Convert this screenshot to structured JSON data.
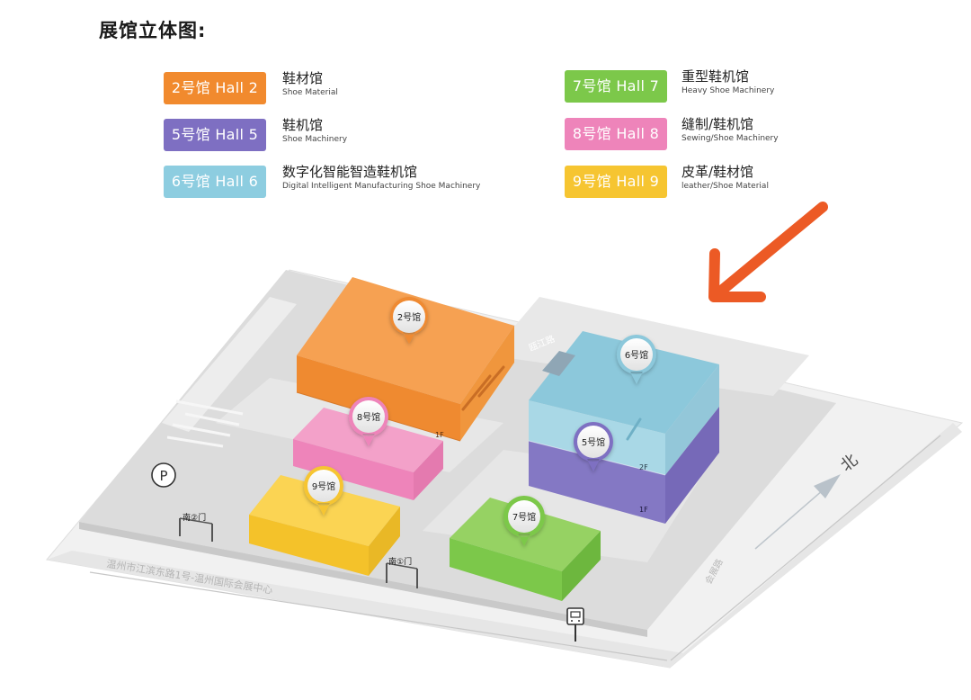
{
  "title": "展馆立体图:",
  "legend": [
    {
      "badge": "2号馆  Hall 2",
      "cn": "鞋材馆",
      "en": "Shoe Material",
      "color": "#f18a2e"
    },
    {
      "badge": "5号馆  Hall 5",
      "cn": "鞋机馆",
      "en": "Shoe Machinery",
      "color": "#7e6fc2"
    },
    {
      "badge": "6号馆  Hall 6",
      "cn": "数字化智能智造鞋机馆",
      "en": "Digital Intelligent Manufacturing Shoe Machinery",
      "color": "#8dcde0"
    },
    {
      "badge": "7号馆  Hall 7",
      "cn": "重型鞋机馆",
      "en": "Heavy Shoe Machinery",
      "color": "#7cc84a"
    },
    {
      "badge": "8号馆  Hall 8",
      "cn": "缝制/鞋机馆",
      "en": "Sewing/Shoe Machinery",
      "color": "#ee84ba"
    },
    {
      "badge": "9号馆  Hall 9",
      "cn": "皮革/鞋材馆",
      "en": "leather/Shoe Material",
      "color": "#f6c531"
    }
  ],
  "map": {
    "pins": {
      "hall2": "2号馆",
      "hall6": "6号馆",
      "hall8": "8号馆",
      "hall5": "5号馆",
      "hall9": "9号馆",
      "hall7": "7号馆"
    },
    "floor_labels": {
      "hall2_1f": "1F",
      "hall5_2f": "2F",
      "hall5_1f": "1F"
    },
    "gates": {
      "south2": "南②门",
      "south1": "南①门"
    },
    "roads": {
      "top_road": "瓯江路",
      "main_road": "温州市江滨东路1号-温州国际会展中心",
      "right_road": "会展路"
    },
    "north": "北",
    "parking": "P",
    "bus_icon": "bus-stop-icon",
    "arrow_color": "#ec5a25"
  }
}
